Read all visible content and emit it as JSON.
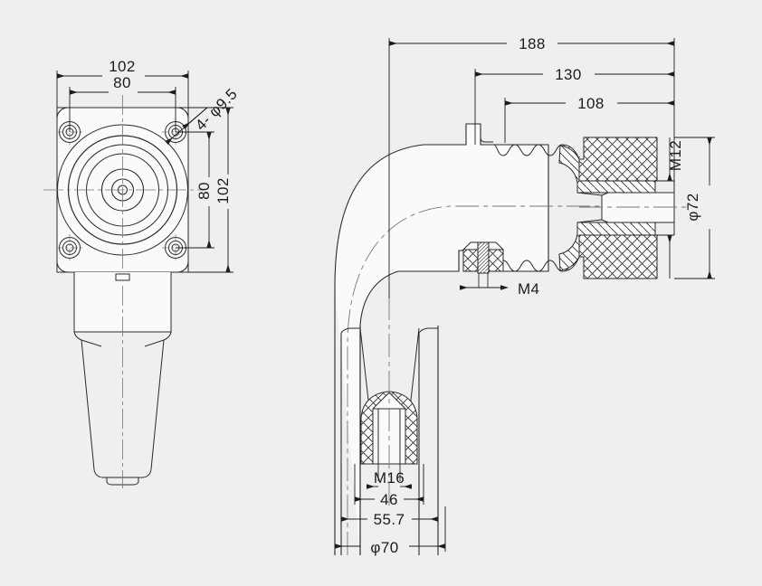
{
  "drawing": {
    "title": "Right-angle connector assembly drawing",
    "type": "engineering-technical-drawing",
    "background_color": "#efefef",
    "line_color": "#1c1c1c",
    "views": [
      {
        "name": "front-face-view",
        "description": "Square mounting flange with 4 corner holes and concentric circular boss"
      },
      {
        "name": "side-section-view",
        "description": "90 degree elbow body shown in cross section with threaded coupling"
      }
    ]
  },
  "dimensions": {
    "front_view": {
      "width_outer": "102",
      "width_bolt_circle": "80",
      "height_bolt_circle": "80",
      "height_outer": "102",
      "hole_callout": "4- φ9.5"
    },
    "side_view": {
      "overall_length": "188",
      "length_130": "130",
      "length_108": "108",
      "thread_major": "M12",
      "diameter_72": "φ72",
      "screw_m4": "M4",
      "screw_m16": "M16",
      "width_46": "46",
      "width_557": "55.7",
      "diameter_70": "φ70"
    }
  },
  "labels": {
    "d102_top": "102",
    "d80_top": "80",
    "d4x95": "4- φ9.5",
    "d80_right": "80",
    "d102_right": "102",
    "d188": "188",
    "d130": "130",
    "d108": "108",
    "m12": "M12",
    "d72": "φ72",
    "m4": "M4",
    "m16": "M16",
    "d46": "46",
    "d557": "55.7",
    "d70": "φ70"
  }
}
